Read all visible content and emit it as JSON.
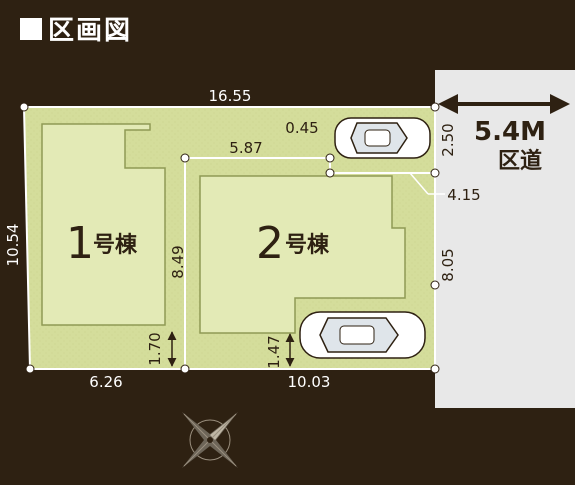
{
  "header": {
    "title": "区画図"
  },
  "road": {
    "width": "5.4M",
    "label": "区道"
  },
  "buildings": [
    {
      "number": "1",
      "suffix": "号棟"
    },
    {
      "number": "2",
      "suffix": "号棟"
    }
  ],
  "dimensions": {
    "top": "16.55",
    "left": "10.54",
    "bottom_left": "6.26",
    "bottom_right": "10.03",
    "divider_left": "8.49",
    "lot2_top": "5.87",
    "parking_offset": "0.45",
    "right_upper": "2.50",
    "right_callout": "4.15",
    "right_lower": "8.05",
    "setback_1": "1.70",
    "setback_2": "1.47"
  },
  "colors": {
    "background": "#2e2112",
    "lot": "#d4dd9b",
    "building": "#e3eab6",
    "road": "#e8e8e8",
    "outline": "#ffffff"
  }
}
